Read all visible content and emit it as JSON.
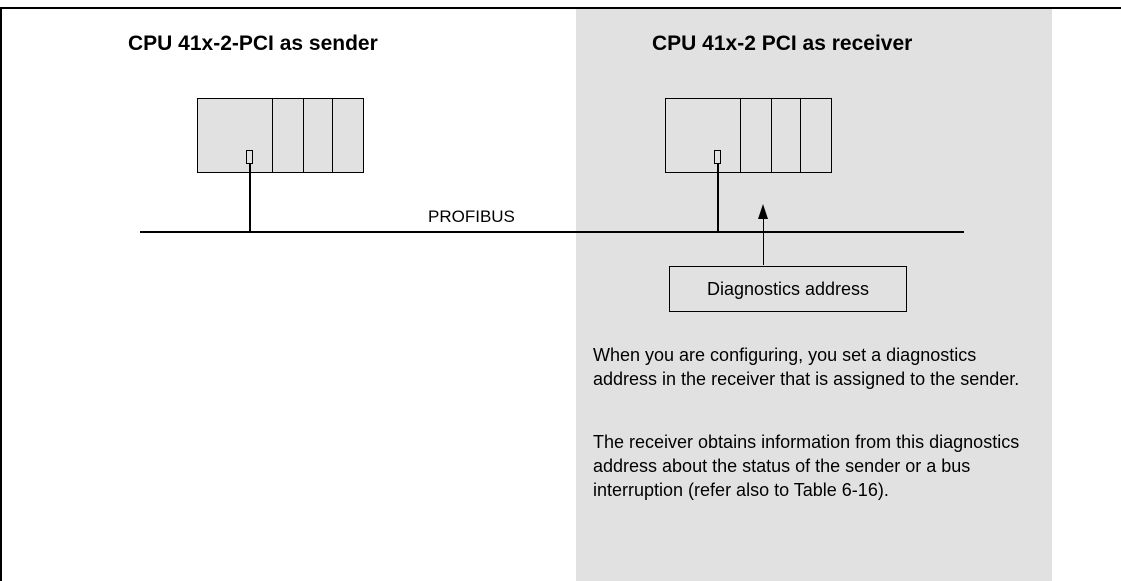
{
  "sender_heading": "CPU 41x-2-PCI as sender",
  "receiver_heading": "CPU 41x-2 PCI as receiver",
  "bus_label": "PROFIBUS",
  "diagnostics_box_label": "Diagnostics address",
  "description": [
    "When you are configuring, you set a diagnostics address in the receiver that is assigned to the sender.",
    "The receiver obtains information from this diagnostics address about the status of the sender or a bus interruption (refer also to Table 6-16)."
  ],
  "colors": {
    "receiver_panel": "#e1e1e1",
    "lines": "#000000"
  }
}
